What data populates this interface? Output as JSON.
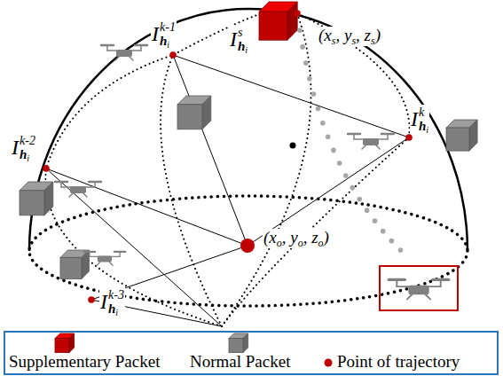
{
  "diagram": {
    "labels": [
      "I",
      "k-1",
      "h",
      "i",
      "I",
      "s",
      "h",
      "i",
      "(x",
      "s",
      ", y",
      "s",
      ", z",
      "s",
      ")",
      "I",
      "k-2",
      "h",
      "i",
      "I",
      "k",
      "h",
      "i",
      "(x",
      "o",
      ", y",
      "o",
      ", z",
      "o",
      ")",
      "I",
      "k-3",
      "h",
      "i"
    ],
    "legend": [
      {
        "text": "Supplementary Packet",
        "color": "#c00000"
      },
      {
        "text": "Normal Packet",
        "color": "#7f7f7f"
      },
      {
        "text": "Point of trajectory",
        "color": "#c00000"
      }
    ]
  }
}
